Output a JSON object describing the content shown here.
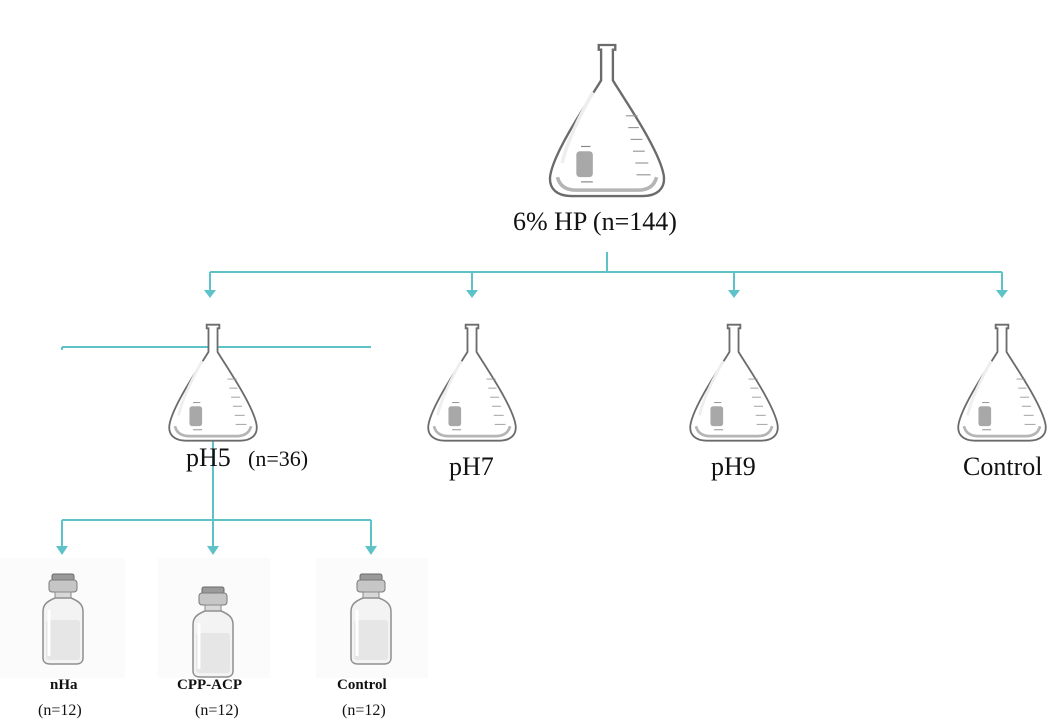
{
  "root": {
    "label": "6% HP (n=144)",
    "icon": "erlenmeyer-flask-icon"
  },
  "levels": [
    {
      "label": "pH5",
      "count": "(n=36)",
      "icon": "erlenmeyer-flask-icon"
    },
    {
      "label": "pH7",
      "icon": "erlenmeyer-flask-icon"
    },
    {
      "label": "pH9",
      "icon": "erlenmeyer-flask-icon"
    },
    {
      "label": "Control",
      "icon": "erlenmeyer-flask-icon"
    }
  ],
  "subgroups": [
    {
      "label": "nHa",
      "count": "(n=12)",
      "icon": "vial-icon"
    },
    {
      "label": "CPP-ACP",
      "count": "(n=12)",
      "icon": "vial-icon"
    },
    {
      "label": "Control",
      "count": "(n=12)",
      "icon": "vial-icon"
    }
  ],
  "colors": {
    "connector": "#5ec3c9",
    "glass": "#6b6b6b",
    "background": "#ffffff"
  }
}
